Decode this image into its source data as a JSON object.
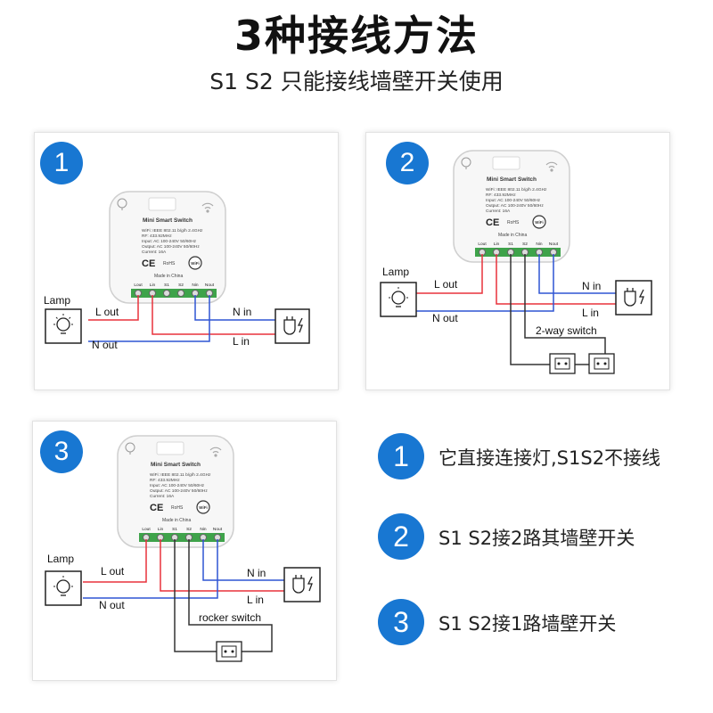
{
  "header": {
    "title": "3种接线方法",
    "subtitle": "S1 S2 只能接线墙壁开关使用"
  },
  "device": {
    "name": "Mini Smart Switch",
    "spec_lines": [
      "WiFi: IEEE 802.11 b/g/h  2.4GHz",
      "RF: 433.92MHz",
      "Input:  AC 100-240V  50/60Hz",
      "Output:  AC 100-240V  50/60Hz",
      "Current: 16A"
    ],
    "made_in": "Made in China",
    "ce_mark": "CE",
    "rohs_mark": "RoHS",
    "wifi_badge": "WiFi",
    "terminals": [
      "Lout",
      "Lin",
      "S1",
      "S2",
      "Nin",
      "Nout"
    ]
  },
  "diagrams": [
    {
      "number": "1",
      "labels": {
        "lamp": "Lamp",
        "l_out": "L out",
        "n_out": "N out",
        "n_in": "N in",
        "l_in": "L in"
      }
    },
    {
      "number": "2",
      "labels": {
        "lamp": "Lamp",
        "l_out": "L out",
        "n_out": "N out",
        "n_in": "N in",
        "l_in": "L in",
        "switch": "2-way switch"
      }
    },
    {
      "number": "3",
      "labels": {
        "lamp": "Lamp",
        "l_out": "L out",
        "n_out": "N out",
        "n_in": "N in",
        "l_in": "L in",
        "switch": "rocker switch"
      }
    }
  ],
  "legend": [
    {
      "number": "1",
      "text": "它直接连接灯,S1S2不接线"
    },
    {
      "number": "2",
      "text": "S1 S2接2路其墙壁开关"
    },
    {
      "number": "3",
      "text": "S1 S2接1路墙壁开关"
    }
  ],
  "colors": {
    "badge": "#1877d2",
    "live_wire": "#e8323c",
    "neutral_wire": "#2f55d4",
    "switch_wire": "#333333",
    "terminal": "#3ea34a"
  }
}
